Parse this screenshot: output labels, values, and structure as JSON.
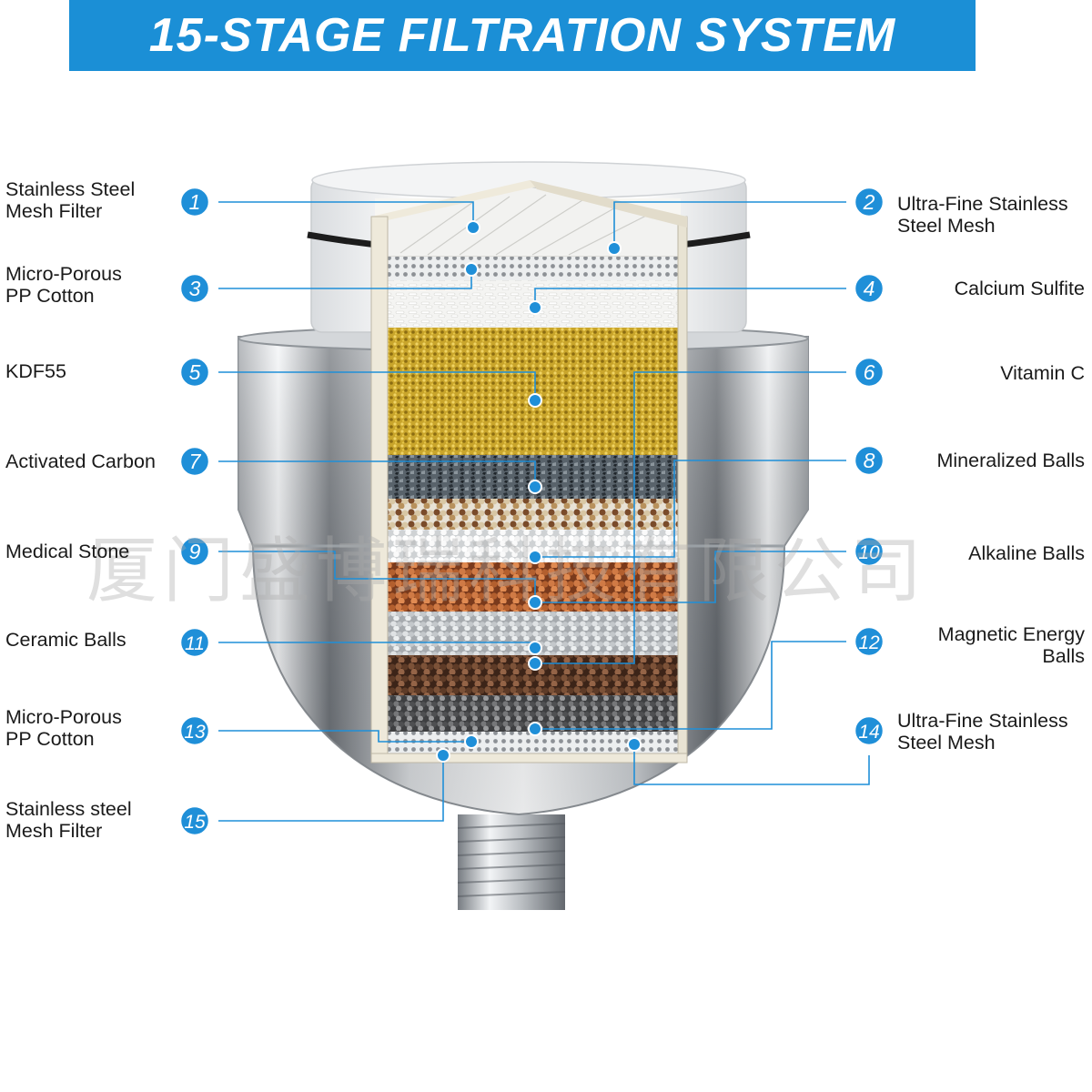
{
  "title": "15-STAGE FILTRATION SYSTEM",
  "watermark": "厦门盛博瑞科技有限公司",
  "colors": {
    "banner": "#1b8fd6",
    "badge": "#1f8fd8",
    "leader": "#1f8fd8"
  },
  "stages": [
    {
      "num": "1",
      "label": "Stainless Steel\nMesh Filter"
    },
    {
      "num": "2",
      "label": "Ultra-Fine Stainless\nSteel Mesh"
    },
    {
      "num": "3",
      "label": "Micro-Porous\nPP Cotton"
    },
    {
      "num": "4",
      "label": "Calcium Sulfite"
    },
    {
      "num": "5",
      "label": "KDF55"
    },
    {
      "num": "6",
      "label": "Vitamin C"
    },
    {
      "num": "7",
      "label": "Activated Carbon"
    },
    {
      "num": "8",
      "label": "Mineralized Balls"
    },
    {
      "num": "9",
      "label": "Medical Stone"
    },
    {
      "num": "10",
      "label": "Alkaline Balls"
    },
    {
      "num": "11",
      "label": "Ceramic Balls"
    },
    {
      "num": "12",
      "label": "Magnetic Energy\nBalls"
    },
    {
      "num": "13",
      "label": "Micro-Porous\nPP Cotton"
    },
    {
      "num": "14",
      "label": "Ultra-Fine Stainless\nSteel Mesh"
    },
    {
      "num": "15",
      "label": "Stainless steel\nMesh Filter"
    }
  ]
}
